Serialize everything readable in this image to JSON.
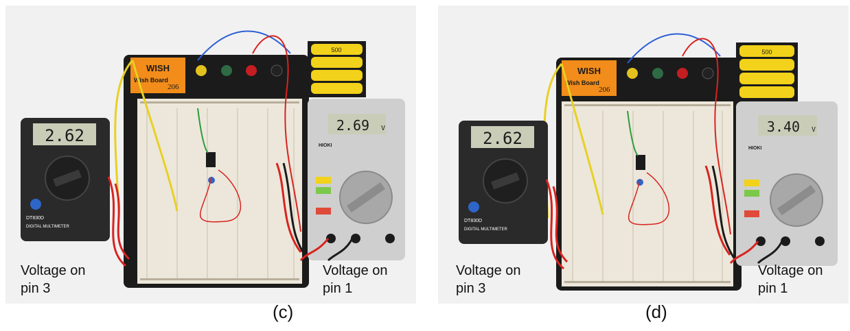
{
  "panels": [
    {
      "id": "c",
      "caption": "(c)",
      "left_label": "Voltage on\npin 3",
      "right_label": "Voltage on\npin 1",
      "left_meter_reading": "2.62",
      "right_meter_reading": "2.69",
      "right_meter_unit": "V",
      "board_number": "206",
      "board_brand": "WISH",
      "board_brand_small": "Wish Board",
      "left_meter_model": "DT830D",
      "left_meter_type": "DIGITAL MULTIMETER",
      "right_meter_brand": "HIOKI",
      "battery_label": "500"
    },
    {
      "id": "d",
      "caption": "(d)",
      "left_label": "Voltage on\npin 3",
      "right_label": "Voltage on\npin 1",
      "left_meter_reading": "2.62",
      "right_meter_reading": "3.40",
      "right_meter_unit": "V",
      "board_number": "206",
      "board_brand": "WISH",
      "board_brand_small": "Wish Board",
      "left_meter_model": "DT830D",
      "left_meter_type": "DIGITAL MULTIMETER",
      "right_meter_brand": "HIOKI",
      "battery_label": "500"
    }
  ],
  "colors": {
    "background": "#f1f1f1",
    "board": "#1b1b1b",
    "breadboard": "#ece7da",
    "logo": "#f28c1a",
    "multimeter_left": "#2a2a2a",
    "multimeter_right": "#cfcfcf",
    "lcd": "#c9cdb8",
    "battery": "#f2d21a",
    "wire_yellow": "#e8d024",
    "wire_red": "#d8231f",
    "wire_blue": "#2c5fd6",
    "wire_green": "#2a9b3a"
  }
}
